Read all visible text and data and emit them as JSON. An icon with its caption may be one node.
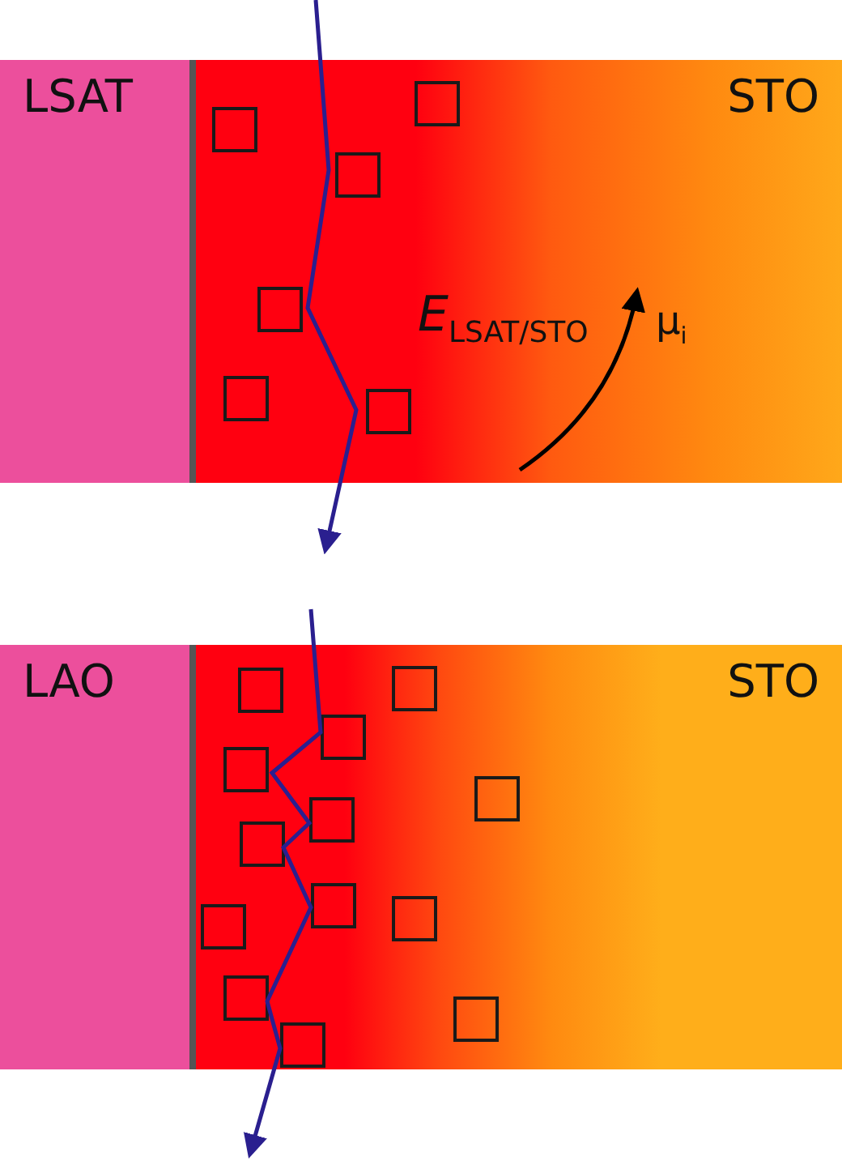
{
  "diagram": {
    "nodes": [
      {
        "text": [
          "LSAT"
        ]
      },
      {
        "text": [
          "STO"
        ]
      },
      {
        "text": [
          "LAO"
        ]
      },
      {
        "text": [
          "STO"
        ]
      }
    ],
    "labels": [
      "*E*$_{LSAT/STO}$",
      "μ$_{i}$"
    ]
  }
}
